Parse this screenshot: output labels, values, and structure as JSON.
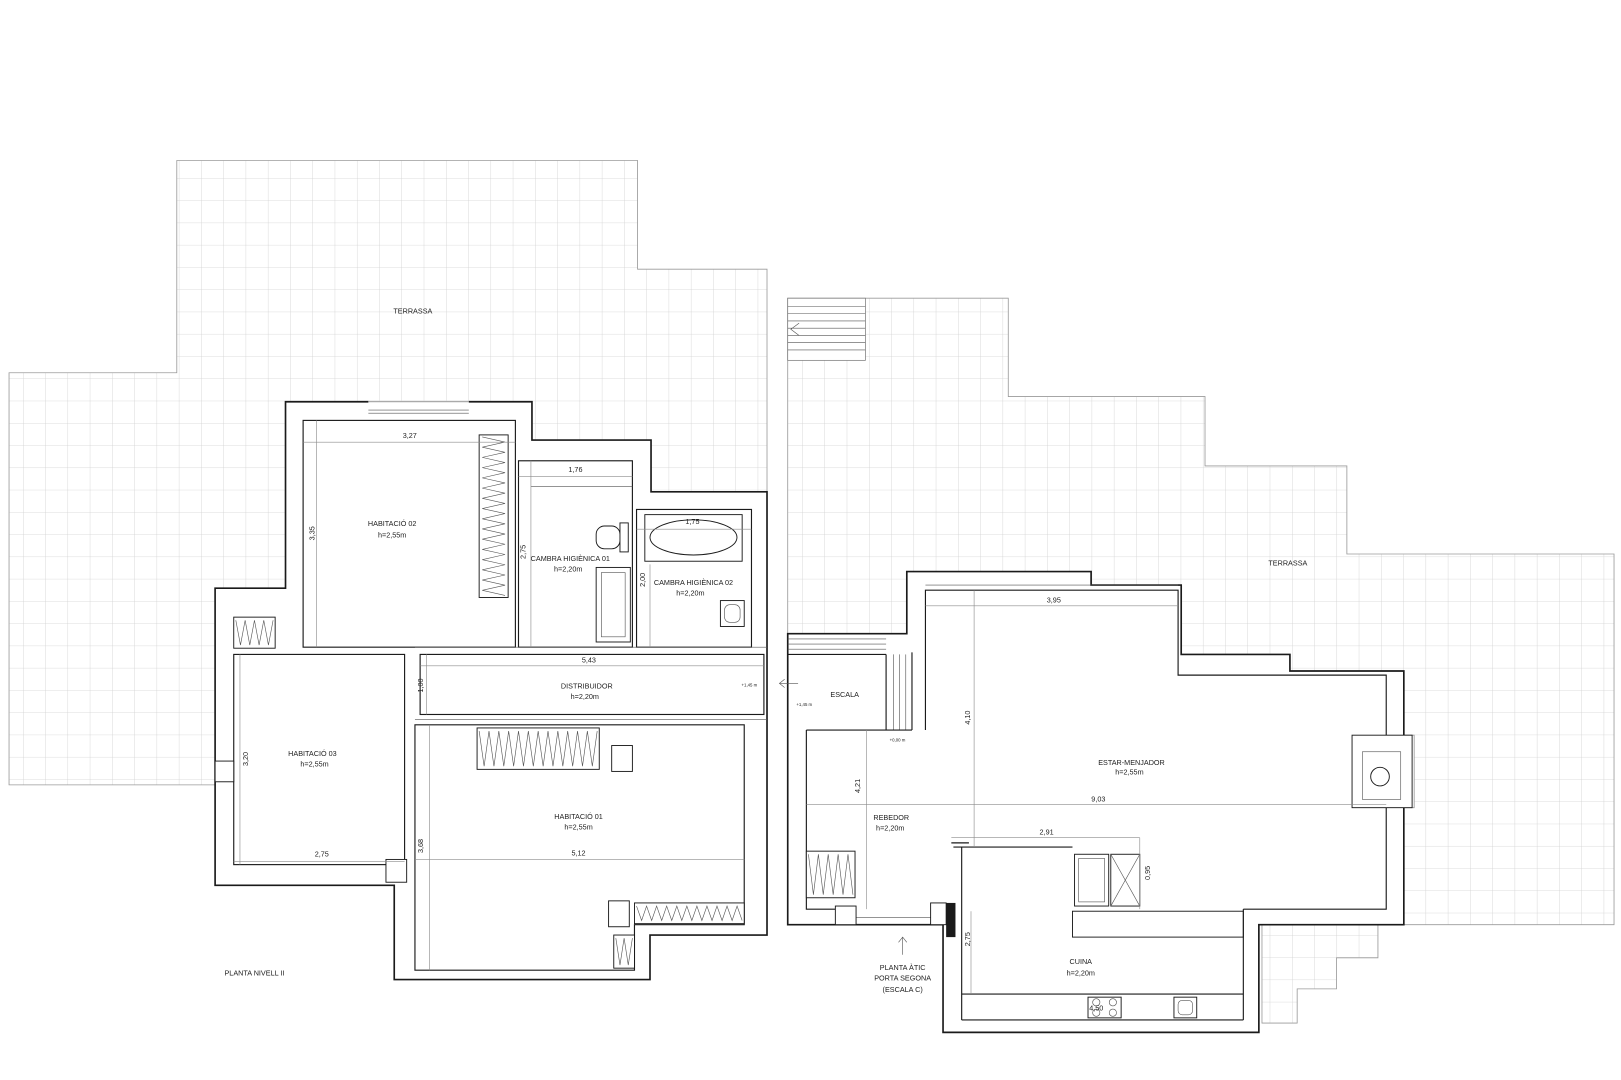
{
  "colors": {
    "wall": "#1a1a1a",
    "grid": "#d2d2d2",
    "dimension": "#8c8c8c"
  },
  "left_unit": {
    "terrace_label": "TERRASSA",
    "plan_label": "PLANTA NIVELL II",
    "rooms": {
      "habitacio_02": {
        "name": "HABITACIÓ 02",
        "height": "h=2,55m",
        "width_dim": "3,27",
        "depth_dim": "3,35"
      },
      "cambra_higienica_01": {
        "name": "CAMBRA HIGIÈNICA 01",
        "height": "h=2,20m",
        "width_dim": "1,76",
        "depth_dim": "2,75"
      },
      "cambra_higienica_02": {
        "name": "CAMBRA HIGIÈNICA 02",
        "height": "h=2,20m",
        "width_dim": "1,75",
        "depth_dim": "2,00"
      },
      "distribuidor": {
        "name": "DISTRIBUIDOR",
        "height": "h=2,20m",
        "width_dim": "5,43",
        "depth_dim": "1,00",
        "level_mark": "+1,45 m"
      },
      "habitacio_03": {
        "name": "HABITACIÓ 03",
        "height": "h=2,55m",
        "width_dim": "2,75",
        "depth_dim": "3,20"
      },
      "habitacio_01": {
        "name": "HABITACIÓ 01",
        "height": "h=2,55m",
        "width_dim": "5,12",
        "depth_dim": "3,68"
      }
    }
  },
  "right_unit": {
    "terrace_label": "TERRASSA",
    "entrance_label": [
      "PLANTA ÀTIC",
      "PORTA SEGONA",
      "(ESCALA C)"
    ],
    "rooms": {
      "escala": {
        "name": "ESCALA",
        "level_mark": "+1,45 m",
        "lower_level_mark": "+0,00 m"
      },
      "estar_menjador": {
        "name": "ESTAR-MENJADOR",
        "height": "h=2,55m",
        "width_dim": "3,95",
        "depth_dim": "4,10",
        "overall_width_dim": "9,03"
      },
      "rebedor": {
        "name": "REBEDOR",
        "height": "h=2,20m",
        "depth_dim": "4,21"
      },
      "cuina": {
        "name": "CUINA",
        "height": "h=2,20m",
        "width_dim": "2,91",
        "depth_dim": "0,95",
        "side_dim": "2,75",
        "length_dim": "4,50"
      }
    }
  }
}
